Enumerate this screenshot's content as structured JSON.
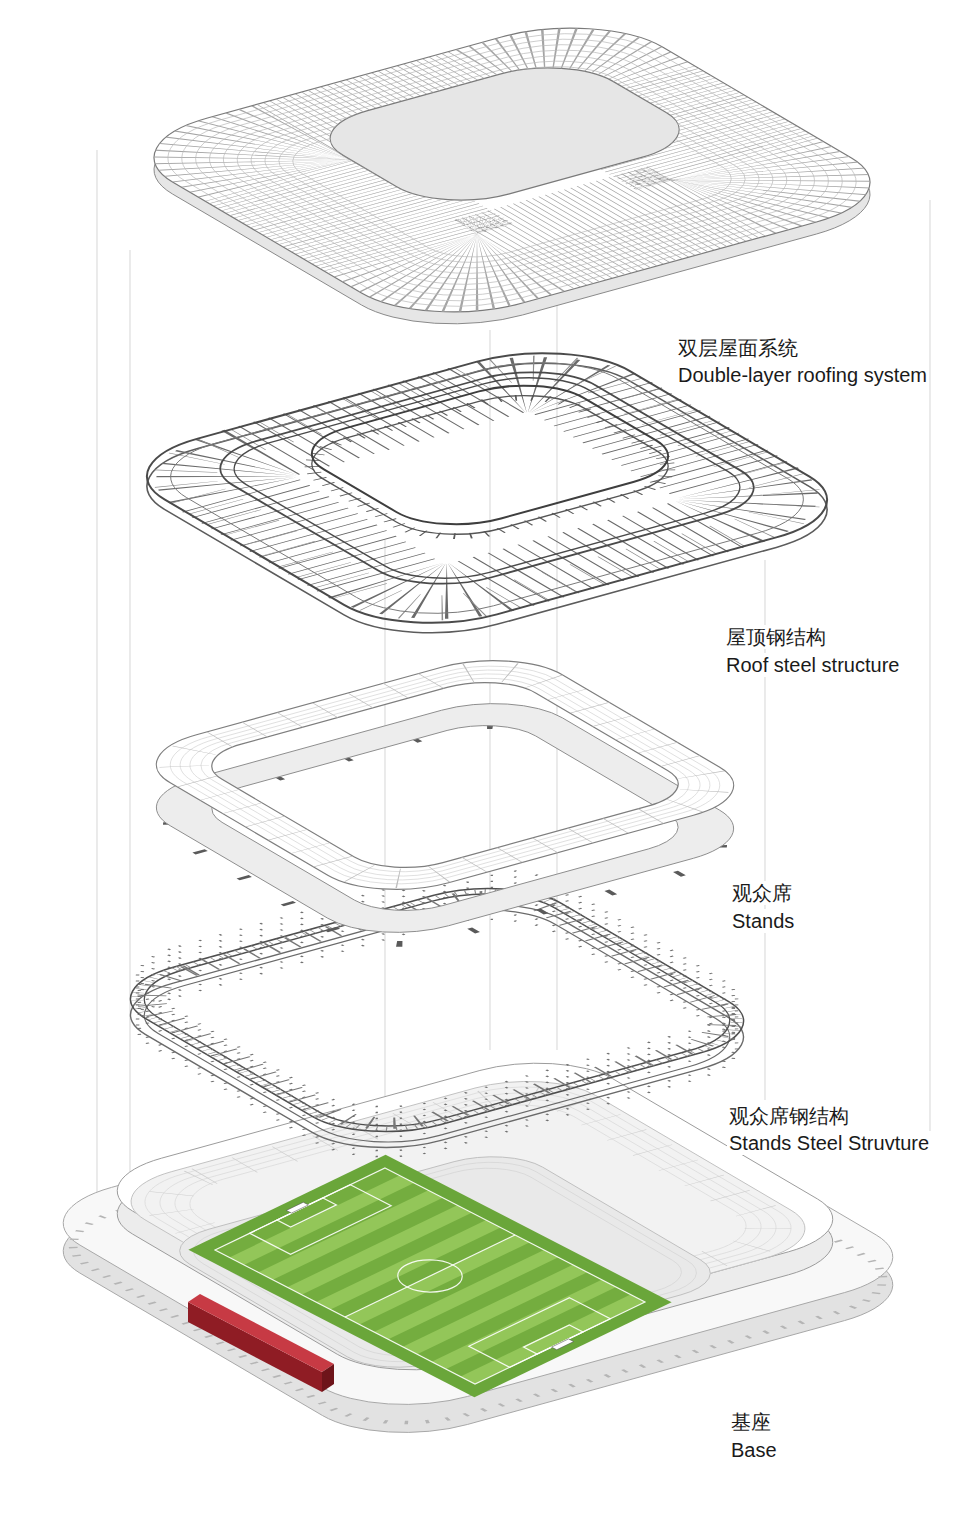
{
  "diagram": {
    "labels": [
      "双层屋面系统",
      "Double-layer roofing system",
      "屋顶钢结构",
      "Roof steel structure",
      "观众席",
      "Stands",
      "观众席钢结构",
      "Stands Steel Struvture",
      "基座",
      "Base"
    ]
  }
}
